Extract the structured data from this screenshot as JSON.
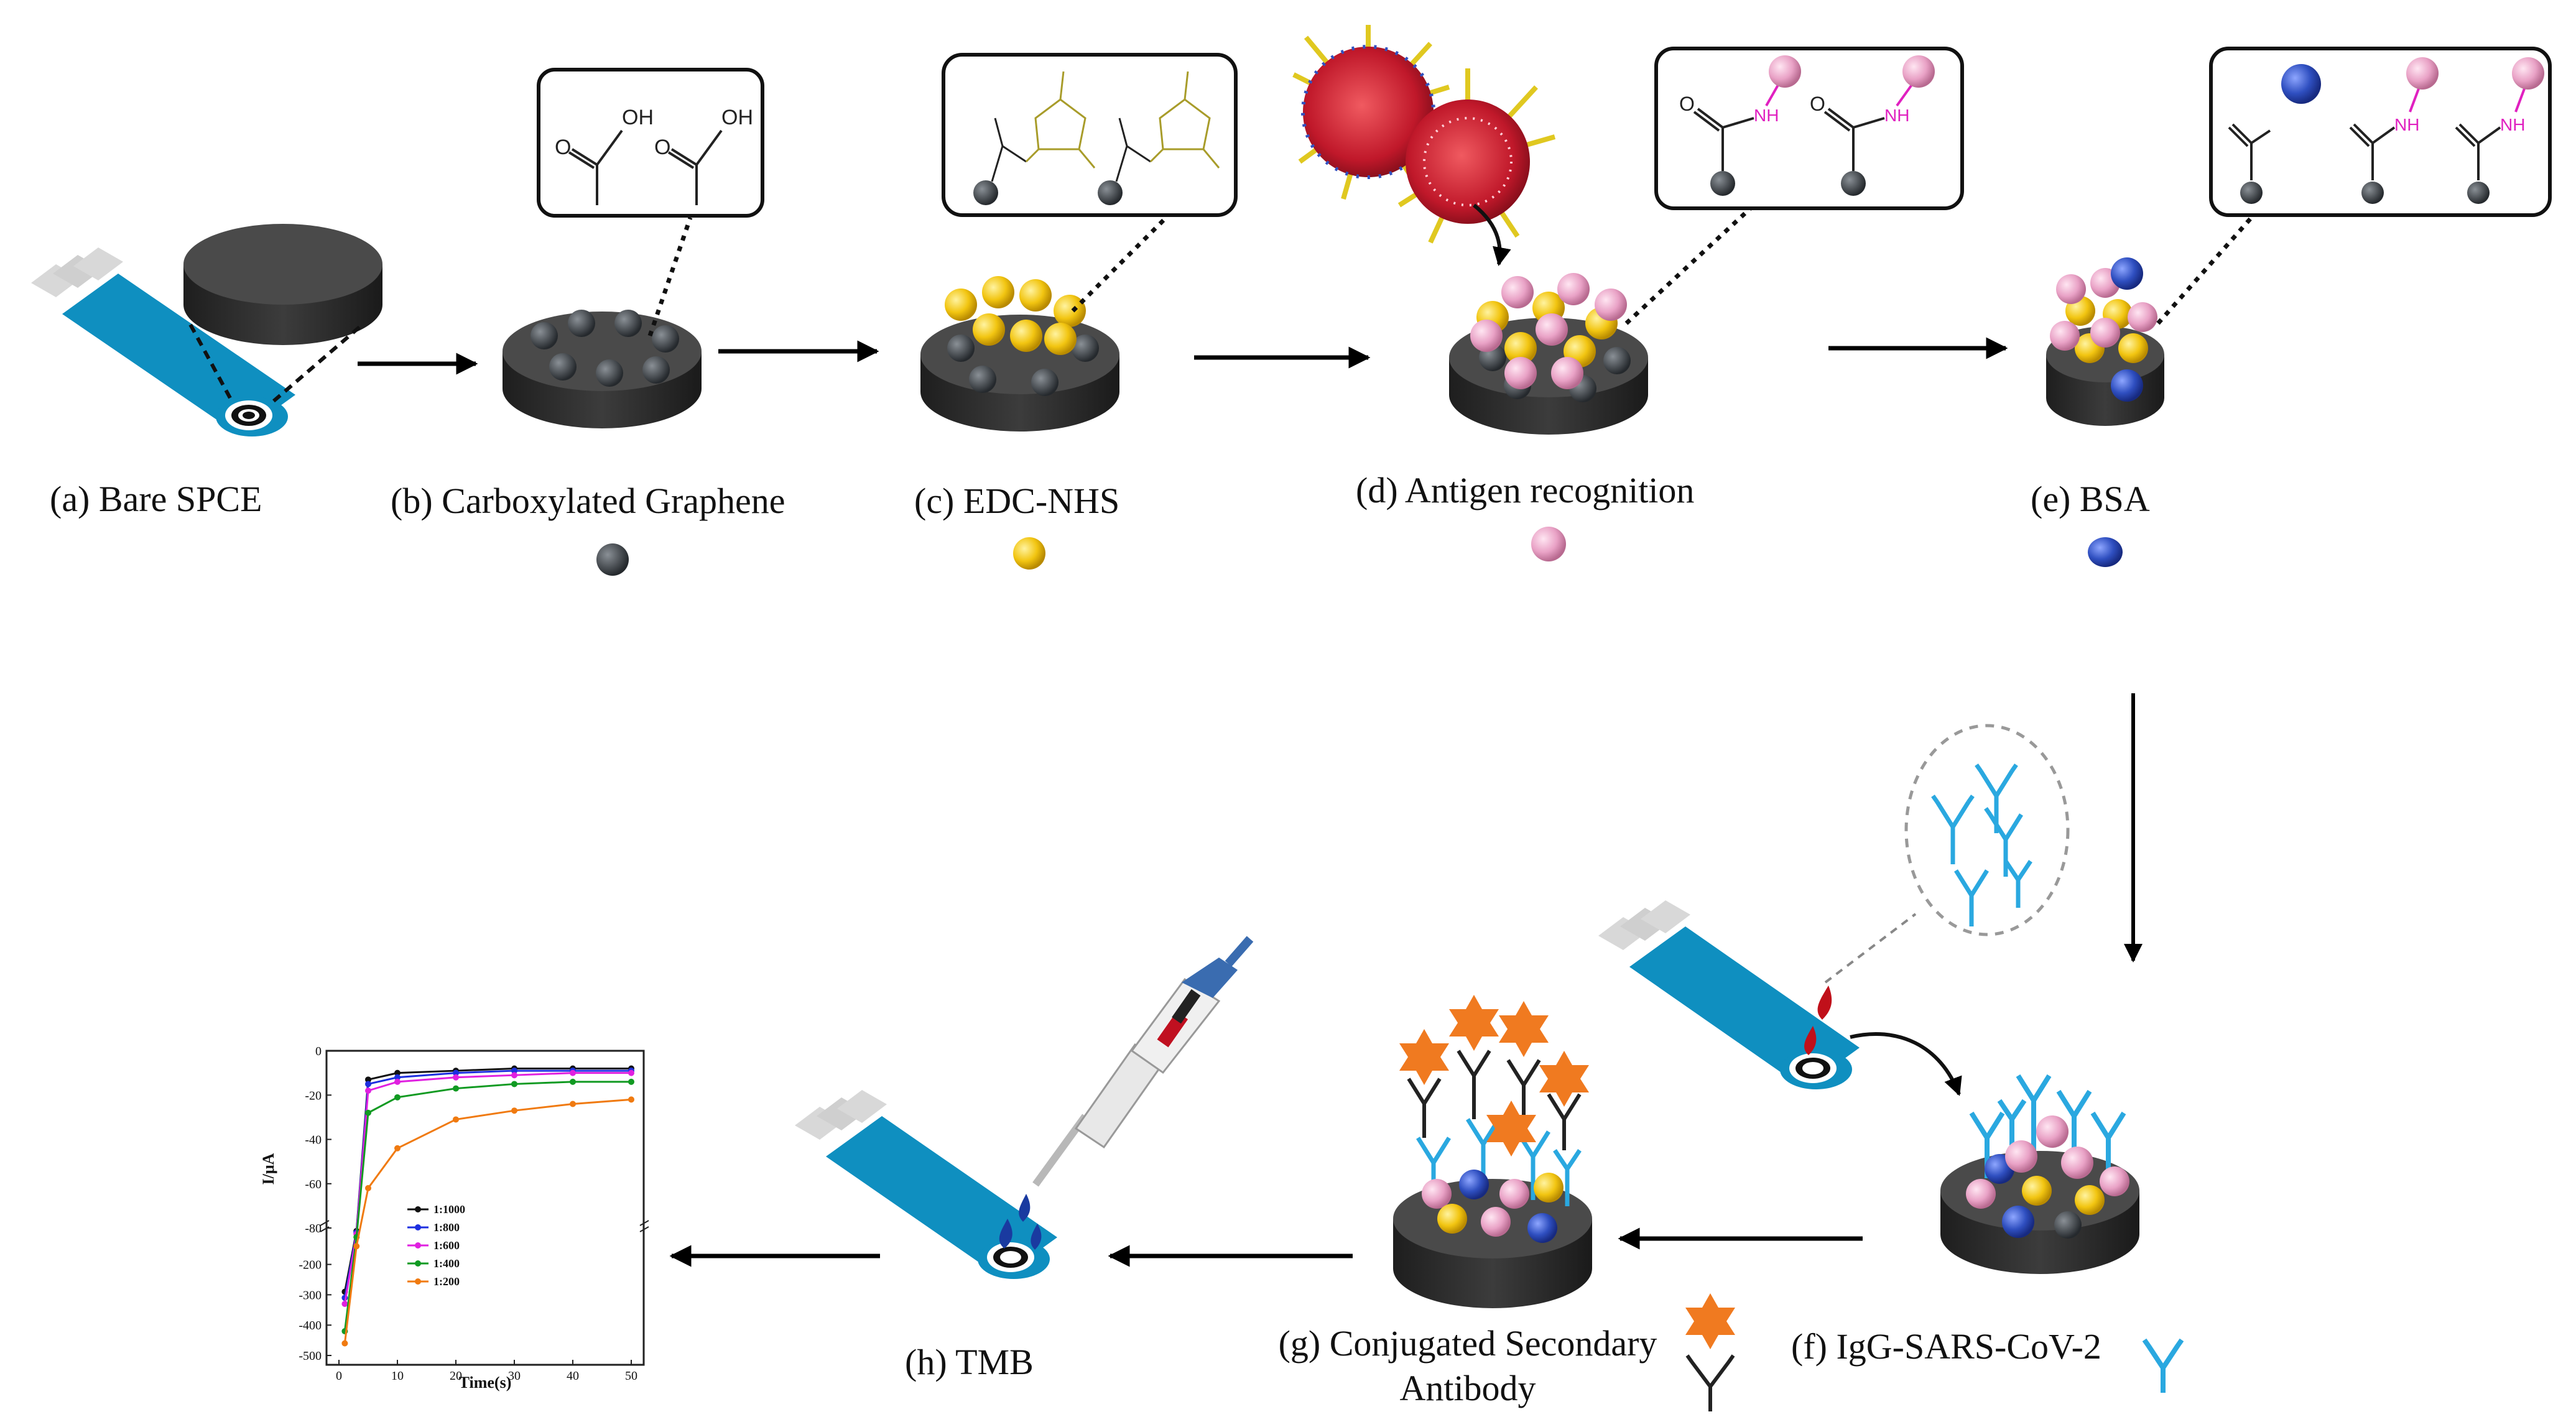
{
  "steps": {
    "a": "(a) Bare SPCE",
    "b": "(b) Carboxylated Graphene",
    "c": "(c) EDC-NHS",
    "d": "(d) Antigen recognition",
    "e": "(e) BSA",
    "f": "(f) IgG-SARS-CoV-2",
    "g_line1": "(g) Conjugated Secondary",
    "g_line2": "Antibody",
    "h": "(h) TMB"
  },
  "chem": {
    "oh": "OH",
    "o": "O",
    "nh": "NH"
  },
  "colors": {
    "strip_blue": "#0f8fc0",
    "disc_dark": "#3a3a3a",
    "graphene": "#3c4248",
    "edc_gold": "#f2c511",
    "antigen_pink": "#e9a2c6",
    "bsa_blue": "#2f4fc0",
    "antibody_cyan": "#2aa8e0",
    "conjugate_orange": "#f07a20",
    "blood_red": "#c0101a"
  },
  "chart_data": {
    "type": "line",
    "xlabel": "Time(s)",
    "ylabel": "I/μA",
    "xlim": [
      0,
      50
    ],
    "x_ticks": [
      "0",
      "10",
      "20",
      "30",
      "40",
      "50"
    ],
    "y_ticks_upper": [
      "0",
      "-20",
      "-40",
      "-60",
      "-80"
    ],
    "y_ticks_lower": [
      "-80",
      "-200",
      "-300",
      "-400",
      "-500"
    ],
    "upper_ylim": [
      -80,
      0
    ],
    "lower_ylim": [
      -500,
      -80
    ],
    "legend_position": "inside-left",
    "series": [
      {
        "name": "1:1000",
        "color": "#111111",
        "x": [
          1,
          3,
          5,
          10,
          20,
          30,
          40,
          50
        ],
        "y": [
          -290,
          -90,
          -13,
          -10,
          -9,
          -8,
          -8,
          -8
        ]
      },
      {
        "name": "1:800",
        "color": "#1d2fe0",
        "x": [
          1,
          3,
          5,
          10,
          20,
          30,
          40,
          50
        ],
        "y": [
          -310,
          -95,
          -15,
          -12,
          -10,
          -9,
          -9,
          -9
        ]
      },
      {
        "name": "1:600",
        "color": "#e020e0",
        "x": [
          1,
          3,
          5,
          10,
          20,
          30,
          40,
          50
        ],
        "y": [
          -330,
          -100,
          -18,
          -14,
          -12,
          -11,
          -10,
          -10
        ]
      },
      {
        "name": "1:400",
        "color": "#119a22",
        "x": [
          1,
          3,
          5,
          10,
          20,
          30,
          40,
          50
        ],
        "y": [
          -420,
          -110,
          -28,
          -21,
          -17,
          -15,
          -14,
          -14
        ]
      },
      {
        "name": "1:200",
        "color": "#f07a10",
        "x": [
          1,
          3,
          5,
          10,
          20,
          30,
          40,
          50
        ],
        "y": [
          -460,
          -140,
          -62,
          -44,
          -31,
          -27,
          -24,
          -22
        ]
      }
    ]
  }
}
